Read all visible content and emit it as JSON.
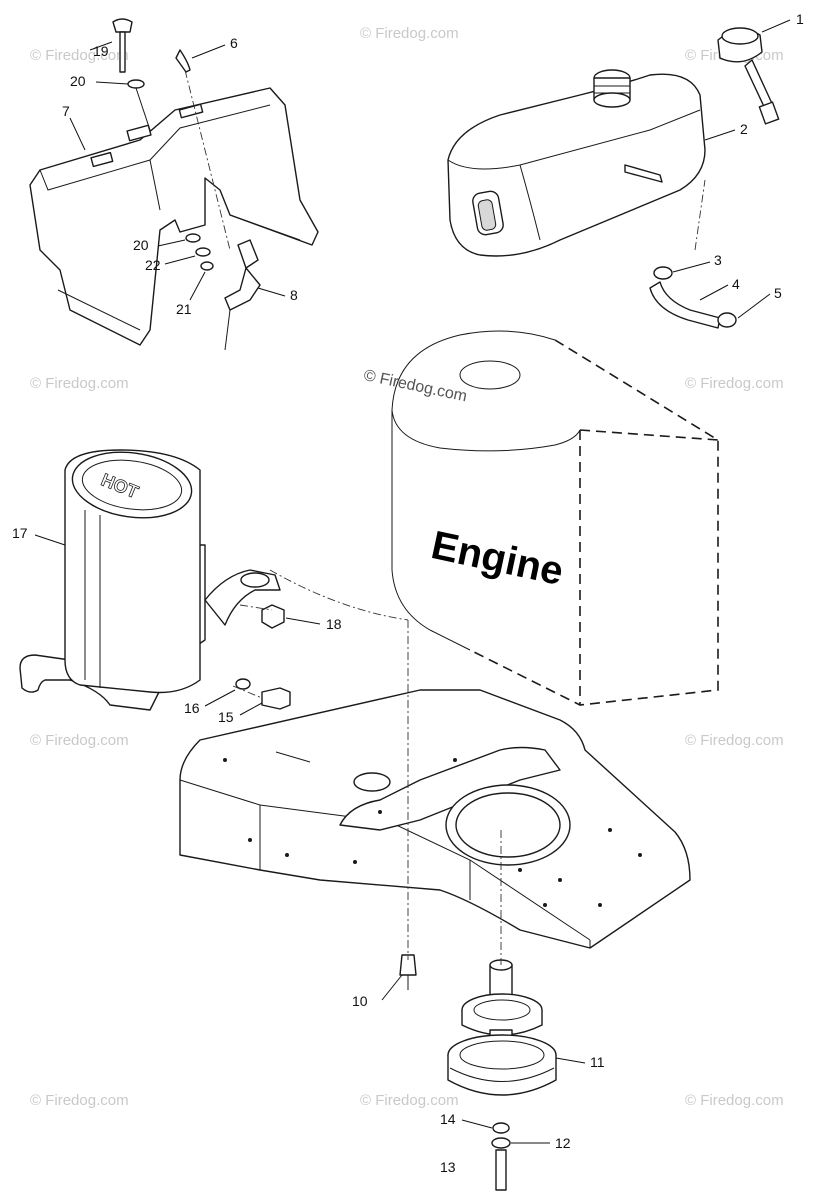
{
  "labels": {
    "engine": "Engine",
    "hot": "HOT",
    "watermark_center": "© Firedog.com",
    "watermark": "© Firedog.com"
  },
  "callouts": {
    "c1": "1",
    "c2": "2",
    "c3": "3",
    "c4": "4",
    "c5": "5",
    "c6": "6",
    "c7": "7",
    "c8": "8",
    "c10": "10",
    "c11": "11",
    "c12": "12",
    "c13": "13",
    "c14": "14",
    "c15": "15",
    "c16": "16",
    "c17": "17",
    "c18": "18",
    "c19": "19",
    "c20a": "20",
    "c20b": "20",
    "c21": "21",
    "c22": "22"
  }
}
